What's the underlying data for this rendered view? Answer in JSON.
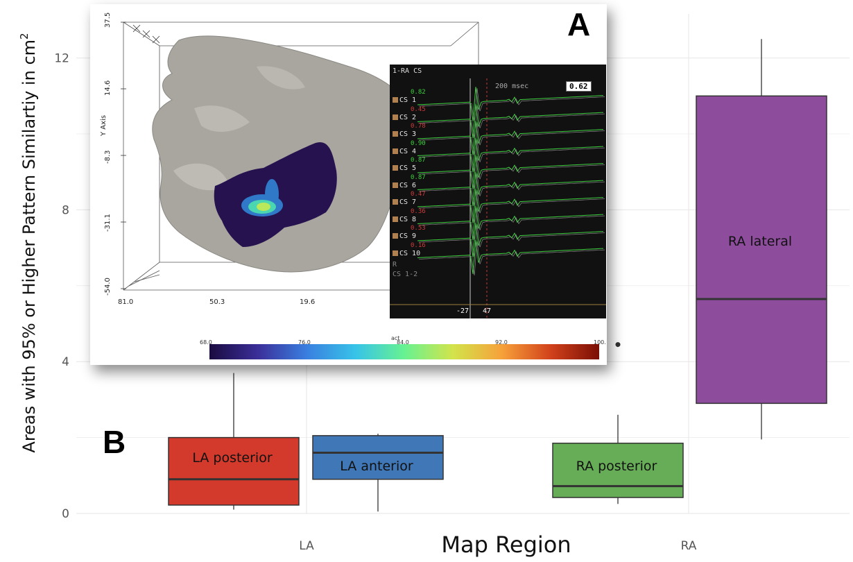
{
  "chart_data": {
    "type": "box",
    "xlabel": "Map Region",
    "ylabel": "Areas with 95% or Higher Pattern Similartiy in  cm",
    "ylabel_superscript": "2",
    "ylim": [
      0,
      13
    ],
    "yticks": [
      "0",
      "4",
      "8",
      "12"
    ],
    "categories": [
      "LA",
      "RA"
    ],
    "grid": true,
    "boxes": [
      {
        "label": "LA posterior",
        "category": "LA",
        "color": "#d33a2c",
        "whisker_low": 0.1,
        "q1": 0.22,
        "median": 0.9,
        "q3": 2.0,
        "whisker_high": 3.7
      },
      {
        "label": "LA anterior",
        "category": "LA",
        "color": "#3f77b7",
        "whisker_low": 0.05,
        "q1": 0.9,
        "median": 1.6,
        "q3": 2.05,
        "whisker_high": 2.1
      },
      {
        "label": "RA posterior",
        "category": "RA",
        "color": "#67ad57",
        "whisker_low": 0.25,
        "q1": 0.42,
        "median": 0.72,
        "q3": 1.85,
        "whisker_high": 2.6
      },
      {
        "label": "RA lateral",
        "category": "RA",
        "color": "#8e4c9d",
        "whisker_low": 1.95,
        "q1": 2.9,
        "median": 5.65,
        "q3": 11.0,
        "whisker_high": 12.5
      }
    ],
    "outliers": [
      {
        "box": "RA posterior",
        "y": 4.45
      }
    ]
  },
  "panels": {
    "a": "A",
    "b": "B"
  },
  "inset": {
    "axis_title": "Y Axis",
    "y_ticks": [
      "37.5",
      "14.6",
      "-8.3",
      "-31.1",
      "-54.0"
    ],
    "x_ticks": [
      "81.0",
      "50.3",
      "19.6"
    ],
    "colorbar_title": "act",
    "colorbar_ticks": [
      "68.0",
      "76.0",
      "84.0",
      "92.0",
      "100."
    ],
    "egm": {
      "header": "1-RA CS",
      "sweep": "200 msec",
      "value": "0.62",
      "markers": [
        "-27",
        "47"
      ],
      "channels": [
        {
          "name": "CS 1",
          "corr": "0.82",
          "corr_color": "#3ad23a"
        },
        {
          "name": "CS 2",
          "corr": "0.45",
          "corr_color": "#d23a3a"
        },
        {
          "name": "CS 3",
          "corr": "0.78",
          "corr_color": "#d23a3a"
        },
        {
          "name": "CS 4",
          "corr": "0.90",
          "corr_color": "#3ad23a"
        },
        {
          "name": "CS 5",
          "corr": "0.87",
          "corr_color": "#3ad23a"
        },
        {
          "name": "CS 6",
          "corr": "0.87",
          "corr_color": "#3ad23a"
        },
        {
          "name": "CS 7",
          "corr": "0.47",
          "corr_color": "#d23a3a"
        },
        {
          "name": "CS 8",
          "corr": "0.36",
          "corr_color": "#d23a3a"
        },
        {
          "name": "CS 9",
          "corr": "0.53",
          "corr_color": "#d23a3a"
        },
        {
          "name": "CS 10",
          "corr": "0.16",
          "corr_color": "#d23a3a"
        }
      ],
      "extra_labels": [
        "R",
        "CS 1-2"
      ]
    }
  }
}
